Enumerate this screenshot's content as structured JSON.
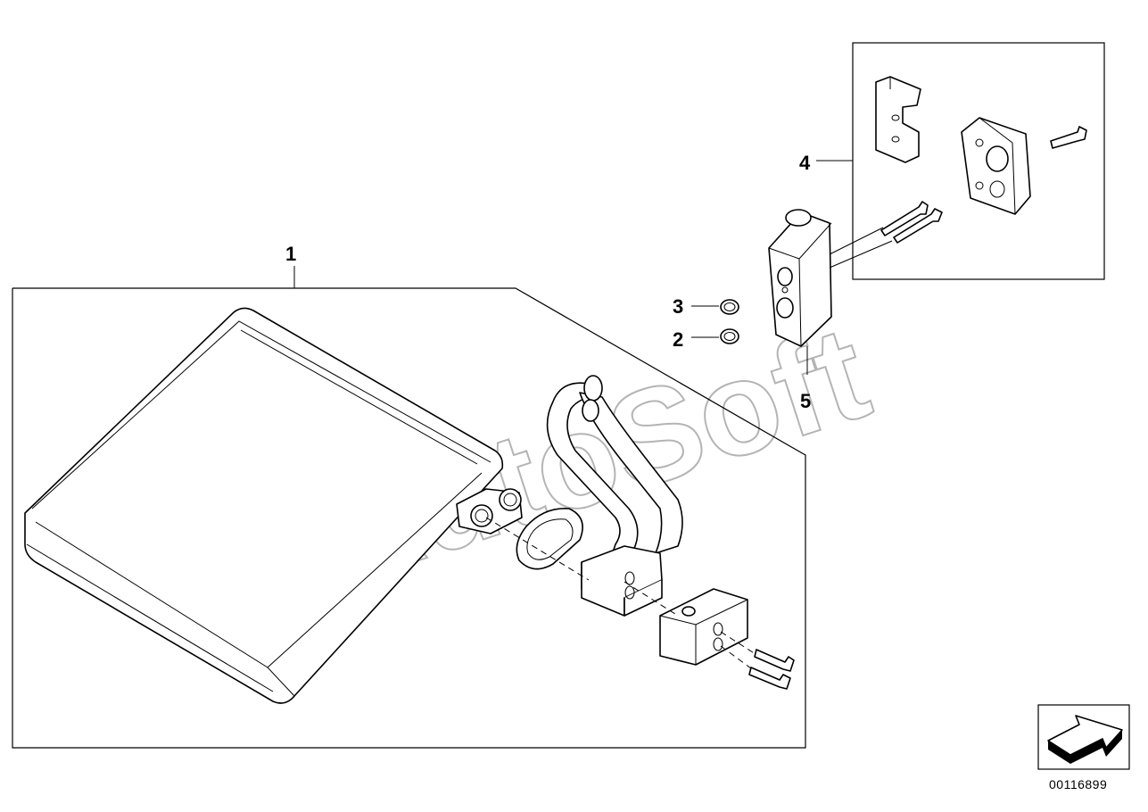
{
  "diagram": {
    "callouts": [
      {
        "id": "1",
        "label": "1"
      },
      {
        "id": "2",
        "label": "2"
      },
      {
        "id": "3",
        "label": "3"
      },
      {
        "id": "4",
        "label": "4"
      },
      {
        "id": "5",
        "label": "5"
      }
    ],
    "watermark": "AutoSoft",
    "document_number": "00116899",
    "icons": [
      "evaporator",
      "pipe-assembly",
      "gasket",
      "flange-block",
      "bolt",
      "o-ring",
      "expansion-valve",
      "bracket",
      "cover-plate",
      "navigation-arrow-icon"
    ],
    "colors": {
      "line": "#000000",
      "watermark": "#b4b4b4",
      "background": "#ffffff"
    }
  }
}
